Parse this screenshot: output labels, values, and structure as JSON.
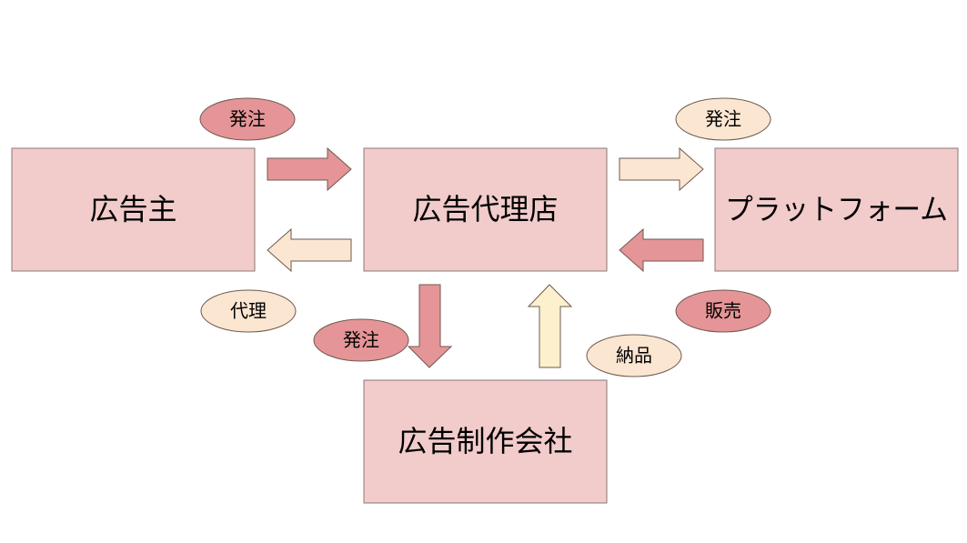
{
  "nodes": {
    "advertiser": "広告主",
    "agency": "広告代理店",
    "platform": "プラットフォーム",
    "production": "広告制作会社"
  },
  "badges": {
    "advertiser_order": "発注",
    "advertiser_agency": "代理",
    "platform_order": "発注",
    "platform_sales": "販売",
    "production_order": "発注",
    "production_delivery": "納品"
  },
  "colors": {
    "node_fill": "#f2cbcb",
    "dark_pink": "#e59597",
    "light_cream": "#fbe6d2",
    "light_yellow": "#fdf0cd"
  }
}
